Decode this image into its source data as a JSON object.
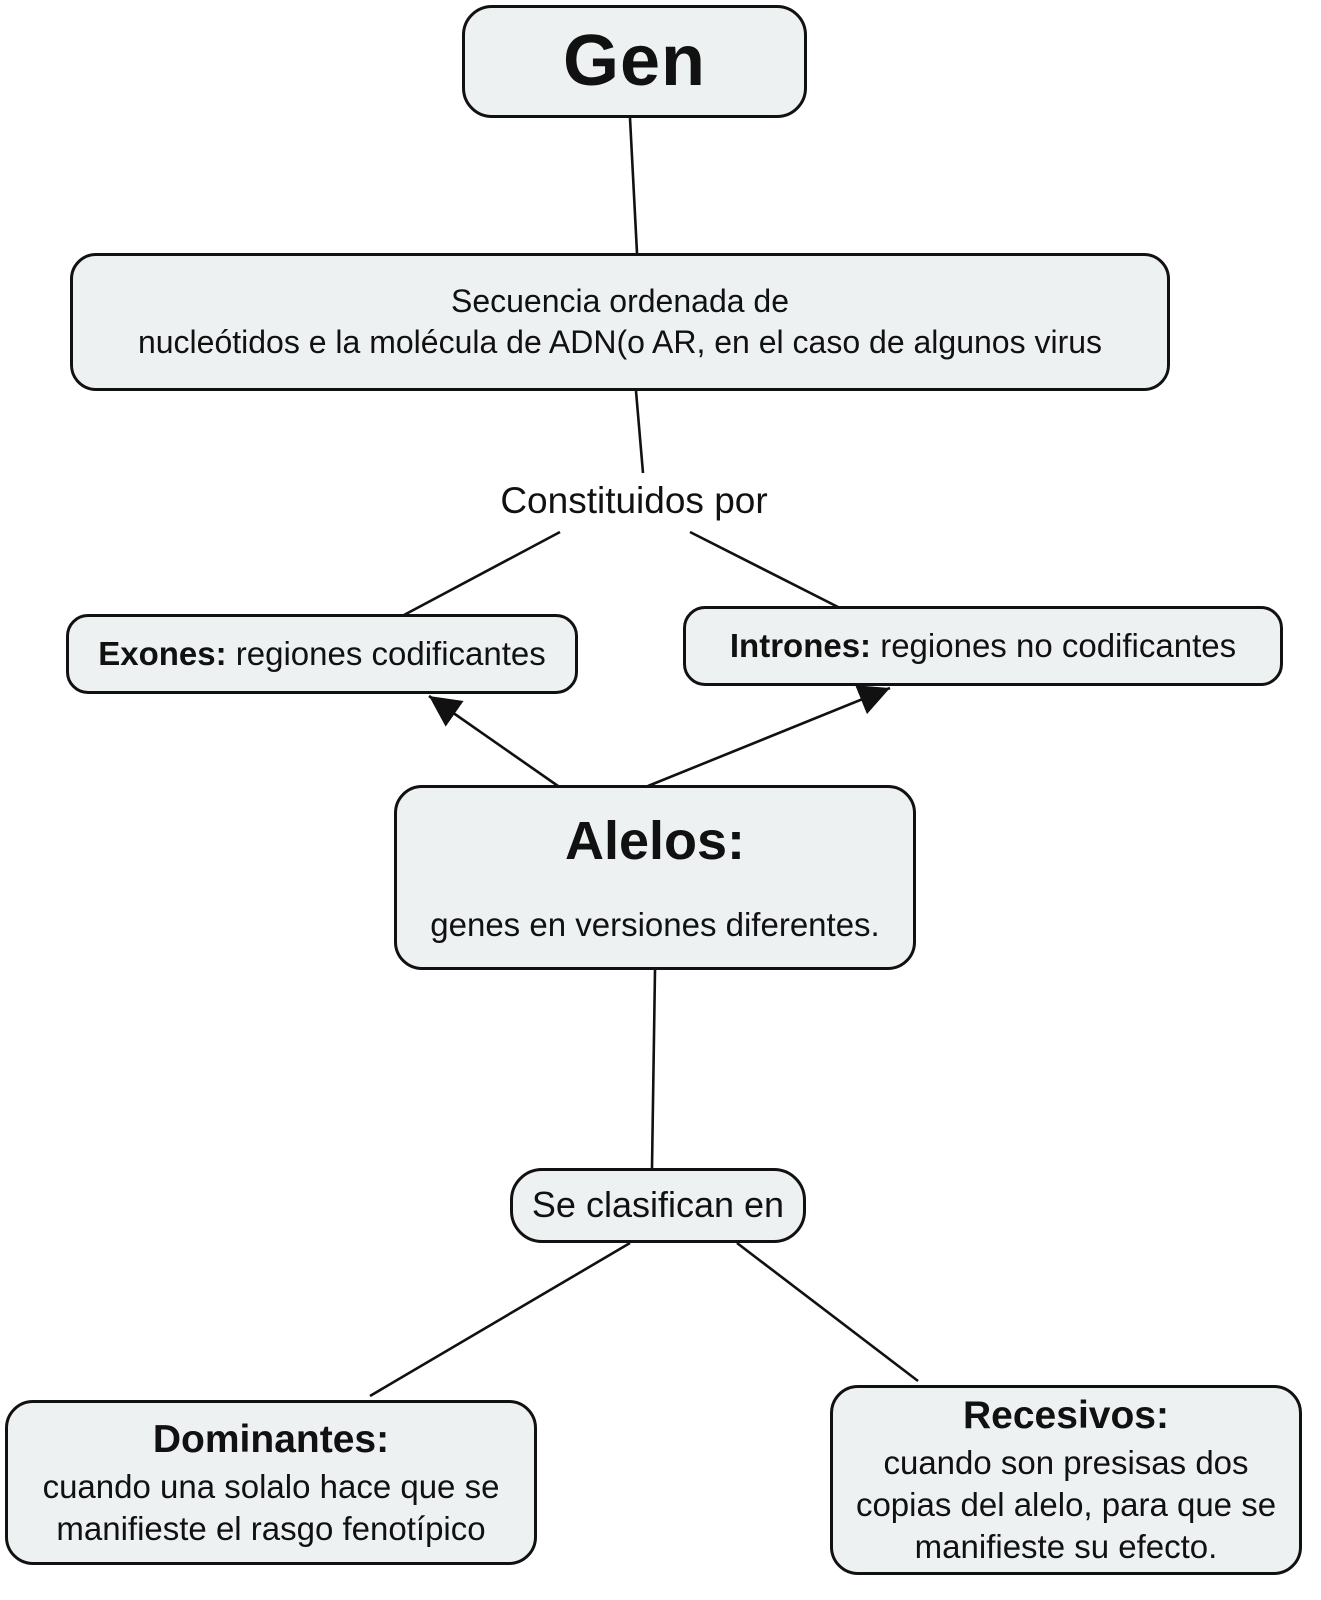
{
  "colors": {
    "background": "#ffffff",
    "node_fill": "#edf1f2",
    "node_border": "#111111",
    "connector": "#111111",
    "text": "#111111"
  },
  "nodes": {
    "gen": {
      "title": "Gen"
    },
    "secuencia": {
      "lines": [
        "Secuencia ordenada de",
        "nucleótidos e la molécula de ADN(o AR, en el caso de algunos virus"
      ]
    },
    "constituidos_por": {
      "label": "Constituidos por"
    },
    "exones": {
      "term": "Exones:",
      "definition": "regiones codificantes"
    },
    "intrones": {
      "term": "Intrones:",
      "definition": "regiones no codificantes"
    },
    "alelos": {
      "title": "Alelos:",
      "definition": "genes en versiones diferentes."
    },
    "se_clasifican_en": {
      "label": "Se clasifican en"
    },
    "dominantes": {
      "term": "Dominantes:",
      "definition_lines": [
        "cuando una solalo hace que se",
        "manifieste el rasgo fenotípico"
      ]
    },
    "recesivos": {
      "term": "Recesivos:",
      "definition_lines": [
        "cuando son presisas dos",
        "copias del alelo, para que se",
        "manifieste su efecto."
      ]
    }
  }
}
